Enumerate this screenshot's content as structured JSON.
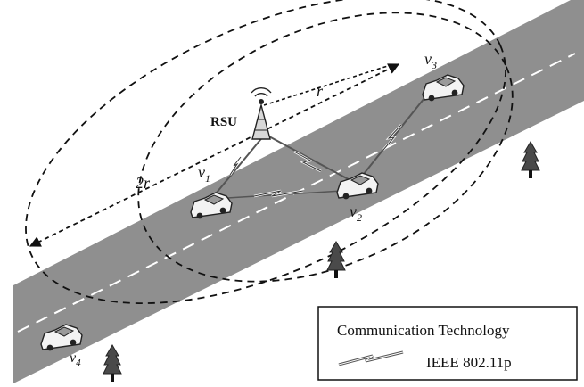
{
  "labels": {
    "rsu": "RSU",
    "radius": "r",
    "diameter": "2r",
    "vehicles": [
      {
        "id": "v1",
        "base": "v",
        "sub": "1"
      },
      {
        "id": "v2",
        "base": "v",
        "sub": "2"
      },
      {
        "id": "v3",
        "base": "v",
        "sub": "3"
      },
      {
        "id": "v4",
        "base": "v",
        "sub": "4"
      }
    ]
  },
  "legend": {
    "title": "Communication Technology",
    "item": "IEEE 802.11p"
  },
  "icons": [
    "road",
    "tower-icon",
    "car-icon",
    "tree-icon",
    "wireless-link-icon"
  ],
  "colors": {
    "road": "#8f8f8f",
    "lane": "#ffffff",
    "car": "#eeeeee",
    "tree": "#4a4a4a",
    "line": "#222222"
  }
}
